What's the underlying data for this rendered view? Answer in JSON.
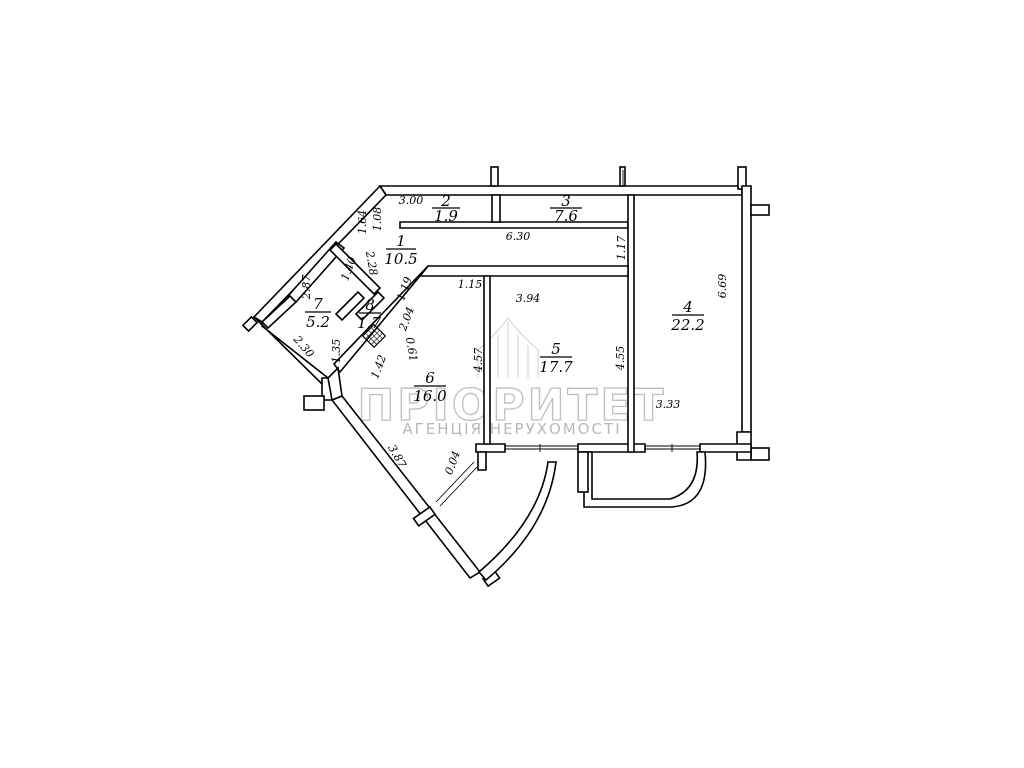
{
  "rooms": [
    {
      "number": "1",
      "area": "10.5"
    },
    {
      "number": "2",
      "area": "1.9"
    },
    {
      "number": "3",
      "area": "7.6"
    },
    {
      "number": "4",
      "area": "22.2"
    },
    {
      "number": "5",
      "area": "17.7"
    },
    {
      "number": "6",
      "area": "16.0"
    },
    {
      "number": "7",
      "area": "5.2"
    },
    {
      "number": "8",
      "area": "1.7"
    }
  ],
  "dimensions": [
    "3.00",
    "1.08",
    "1.64",
    "6.30",
    "1.17",
    "2.87",
    "1.40",
    "2.28",
    "1.19",
    "2.04",
    "1.15",
    "3.94",
    "6.69",
    "0.61",
    "4.57",
    "4.55",
    "1.42",
    "2.30",
    "1.35",
    "3.33",
    "3.87",
    "0.04"
  ],
  "watermark": {
    "title": "ПРІОРИТЕТ",
    "subtitle": "АГЕНЦІЯ НЕРУХОМОСТІ"
  }
}
